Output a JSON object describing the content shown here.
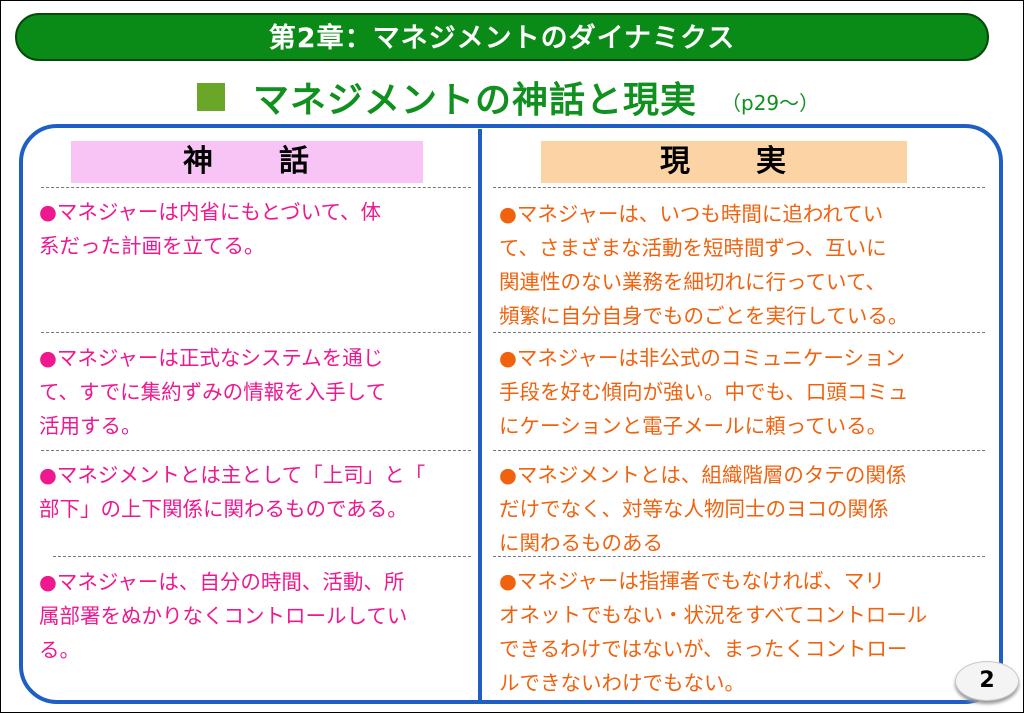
{
  "chapter_title": "第2章：マネジメントのダイナミクス",
  "section": {
    "title": "マネジメントの神話と現実",
    "page_ref": "（p29～）"
  },
  "columns": {
    "myth_header": "神　　話",
    "reality_header": "現　　実"
  },
  "rows": [
    {
      "myth": "●マネジャーは内省にもとづいて、体\n系だった計画を立てる。",
      "reality": "●マネジャーは、いつも時間に追われてい\nて、さまざまな活動を短時間ずつ、互いに\n関連性のない業務を細切れに行っていて、\n頻繁に自分自身でものごとを実行している。"
    },
    {
      "myth": "●マネジャーは正式なシステムを通じ\nて、すでに集約ずみの情報を入手して\n活用する。",
      "reality": "●マネジャーは非公式のコミュニケーション\n手段を好む傾向が強い。中でも、口頭コミュ\nにケーションと電子メールに頼っている。"
    },
    {
      "myth": "●マネジメントとは主として「上司」と「\n部下」の上下関係に関わるものである。",
      "reality": "●マネジメントとは、組織階層のタテの関係\nだけでなく、対等な人物同士のヨコの関係\nに関わるものある"
    },
    {
      "myth": "●マネジャーは、自分の時間、活動、所\n属部署をぬかりなくコントロールしてい\nる。",
      "reality": "●マネジャーは指揮者でもなければ、マリ\nオネットでもない・状況をすべてコントロール\nできるわけではないが、まったくコントロー\nルできないわけでもない。"
    }
  ],
  "page_number": "2",
  "colors": {
    "banner_green": "#0a8a16",
    "title_green": "#10901e",
    "frame_blue": "#1f5fc5",
    "myth_text": "#ee1890",
    "reality_text": "#f0620e",
    "myth_header_bg": "#f8c4f6",
    "reality_header_bg": "#fcd3a4"
  },
  "icons": {
    "section_marker": "green-square-icon"
  }
}
